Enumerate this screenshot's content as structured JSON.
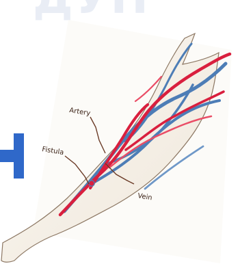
{
  "header": {
    "faint_title": "ДУП"
  },
  "diagram": {
    "labels": {
      "artery": "Artery",
      "fistula": "Fistula",
      "vein": "Vein"
    }
  },
  "colors": {
    "plus_sign": "#2f68c9",
    "artery_red": "#d91f3e",
    "vein_blue": "#4d7db6",
    "skin": "#f6f0e7",
    "outline": "#8c7763",
    "label_line": "#6a3a26"
  },
  "icons": {
    "plus": "plus-icon"
  }
}
